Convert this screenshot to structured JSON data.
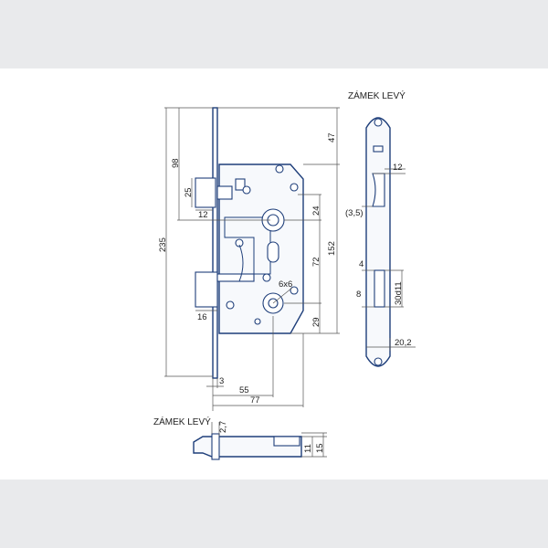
{
  "title_side": "ZÁMEK LEVÝ",
  "title_bottom": "ZÁMEK LEVÝ",
  "dims": {
    "d98": "98",
    "d25": "25",
    "d12a": "12",
    "d235": "235",
    "d16": "16",
    "d3": "3",
    "d55": "55",
    "d77": "77",
    "d47": "47",
    "d24": "24",
    "d72": "72",
    "d152": "152",
    "d6x6": "6x6",
    "d29": "29",
    "d12b": "12",
    "d3_5": "(3,5)",
    "d4": "4",
    "d8": "8",
    "d30d11": "30d11",
    "d20_2": "20,2",
    "d2_7": "2,7",
    "d11": "11",
    "d15": "15"
  }
}
